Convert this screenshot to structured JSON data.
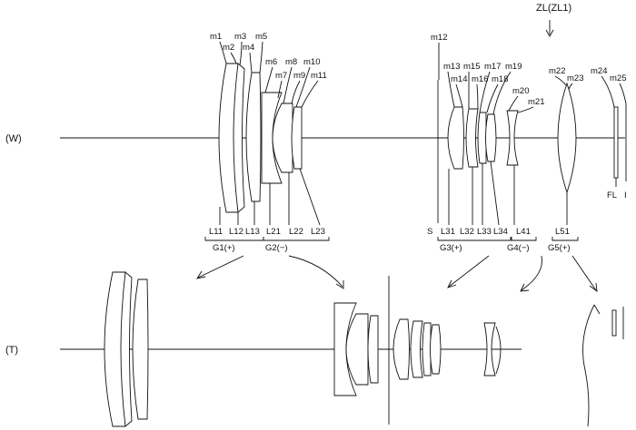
{
  "title": "ZL(ZL1)",
  "states": {
    "wide": "(W)",
    "tele": "(T)"
  },
  "surfaces": [
    "m1",
    "m2",
    "m3",
    "m4",
    "m5",
    "m6",
    "m7",
    "m8",
    "m9",
    "m10",
    "m11",
    "m12",
    "m13",
    "m14",
    "m15",
    "m16",
    "m17",
    "m18",
    "m19",
    "m20",
    "m21",
    "m22",
    "m23",
    "m24",
    "m25"
  ],
  "lens_labels": [
    "L11",
    "L12",
    "L13",
    "L21",
    "L22",
    "L23",
    "S",
    "L31",
    "L32",
    "L33",
    "L34",
    "L41",
    "L51",
    "FL",
    "I"
  ],
  "groups": [
    "G1(+)",
    "G2(−)",
    "G3(+)",
    "G4(−)",
    "G5(+)"
  ]
}
